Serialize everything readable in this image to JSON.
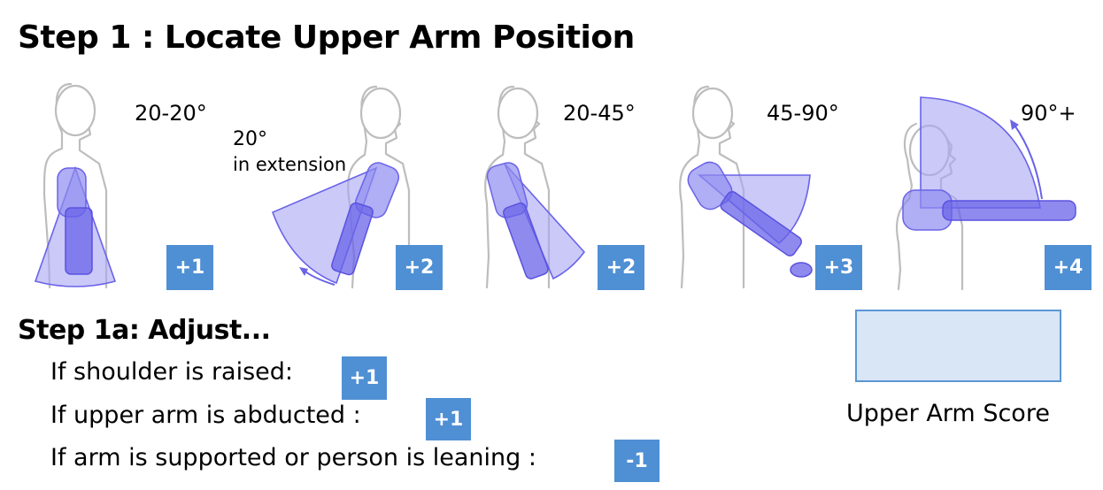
{
  "title": "Step 1 : Locate Upper Arm Position",
  "positions": [
    {
      "angle": "20-20°",
      "score": "+1"
    },
    {
      "angle": "20°",
      "angle_sub": "in extension",
      "score": "+2"
    },
    {
      "angle": "20-45°",
      "score": "+2"
    },
    {
      "angle": "45-90°",
      "score": "+3"
    },
    {
      "angle": "90°+",
      "score": "+4"
    }
  ],
  "adjust": {
    "title": "Step 1a: Adjust...",
    "items": [
      {
        "label": "If shoulder is raised:",
        "score": "+1"
      },
      {
        "label": "If upper arm is abducted :",
        "score": "+1"
      },
      {
        "label": "If arm is supported or person is leaning :",
        "score": "-1"
      }
    ]
  },
  "score_label": "Upper Arm Score",
  "colors": {
    "badge": "#4f8fd4",
    "sector": "#a7a5f4",
    "arm": "#6a63e8",
    "score_box": "#d9e6f5"
  }
}
